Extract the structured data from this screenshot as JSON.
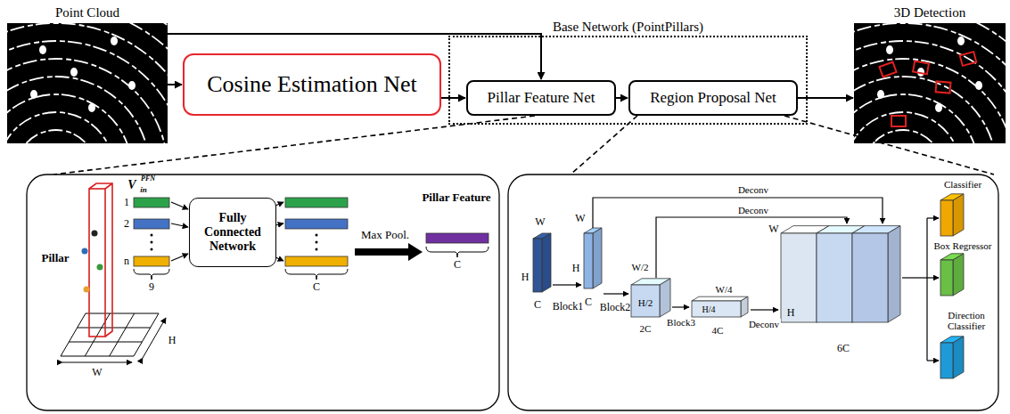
{
  "diagram": {
    "nodes": [
      {
        "text": [
          "Point Cloud"
        ]
      },
      {
        "text": [
          "Cosine Estimation Net"
        ]
      },
      {
        "text": [
          "Base Network (PointPillars)"
        ]
      },
      {
        "text": [
          "Pillar Feature Net"
        ],
        "in": 2
      },
      {
        "text": [
          "Region Proposal Net"
        ],
        "in": 2
      },
      {
        "text": [
          "3D Detection"
        ]
      },
      {
        "text": [
          "Fully Connected Network"
        ]
      }
    ],
    "edges": [
      {
        "from": 0,
        "to": 1,
        "arrow": "to"
      },
      {
        "from": 1,
        "to": 3,
        "arrow": "to"
      },
      {
        "from": 3,
        "to": 4,
        "arrow": "to"
      },
      {
        "from": 4,
        "to": 5,
        "arrow": "to"
      },
      {
        "from": 0,
        "to": 3,
        "arrow": "to"
      }
    ],
    "labels": [
      "Pillar",
      "W",
      "H",
      "V",
      "in",
      "PFN",
      "1",
      "2",
      "n",
      "9",
      "C",
      "Max Pool.",
      "Pillar Feature",
      "C",
      "W",
      "H",
      "C",
      "Block1",
      "W",
      "H",
      "C",
      "Block2",
      "W/2",
      "H/2",
      "2C",
      "Block3",
      "W/4",
      "H/4",
      "4C",
      "Deconv",
      "Deconv",
      "Deconv",
      "W",
      "H",
      "6C",
      "Classifier",
      "Box Regressor",
      "Direction Classifier"
    ]
  }
}
